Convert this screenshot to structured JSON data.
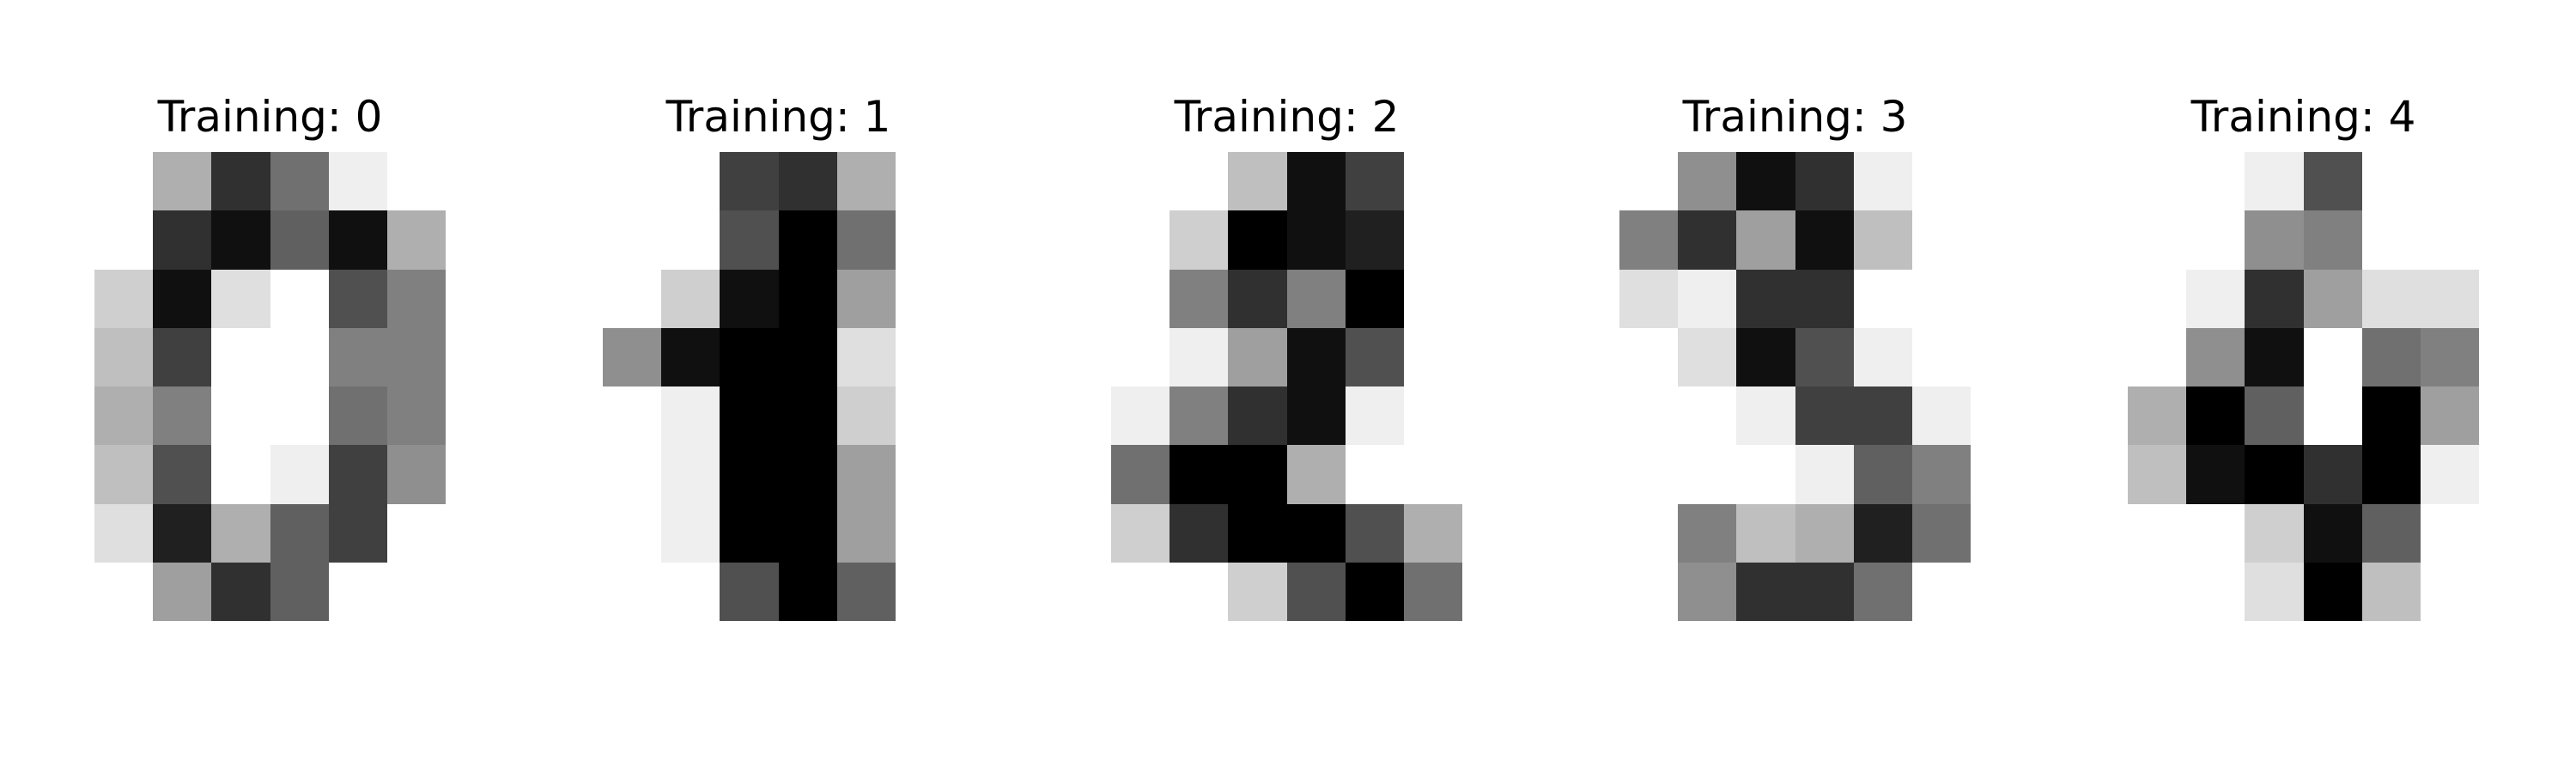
{
  "figure": {
    "colormap": "gray_r",
    "value_max": 16,
    "panels": [
      {
        "title": "Training: 0",
        "pixels": [
          [
            0,
            0,
            5,
            13,
            9,
            1,
            0,
            0
          ],
          [
            0,
            0,
            13,
            15,
            10,
            15,
            5,
            0
          ],
          [
            0,
            3,
            15,
            2,
            0,
            11,
            8,
            0
          ],
          [
            0,
            4,
            12,
            0,
            0,
            8,
            8,
            0
          ],
          [
            0,
            5,
            8,
            0,
            0,
            9,
            8,
            0
          ],
          [
            0,
            4,
            11,
            0,
            1,
            12,
            7,
            0
          ],
          [
            0,
            2,
            14,
            5,
            10,
            12,
            0,
            0
          ],
          [
            0,
            0,
            6,
            13,
            10,
            0,
            0,
            0
          ]
        ]
      },
      {
        "title": "Training: 1",
        "pixels": [
          [
            0,
            0,
            0,
            12,
            13,
            5,
            0,
            0
          ],
          [
            0,
            0,
            0,
            11,
            16,
            9,
            0,
            0
          ],
          [
            0,
            0,
            3,
            15,
            16,
            6,
            0,
            0
          ],
          [
            0,
            7,
            15,
            16,
            16,
            2,
            0,
            0
          ],
          [
            0,
            0,
            1,
            16,
            16,
            3,
            0,
            0
          ],
          [
            0,
            0,
            1,
            16,
            16,
            6,
            0,
            0
          ],
          [
            0,
            0,
            1,
            16,
            16,
            6,
            0,
            0
          ],
          [
            0,
            0,
            0,
            11,
            16,
            10,
            0,
            0
          ]
        ]
      },
      {
        "title": "Training: 2",
        "pixels": [
          [
            0,
            0,
            0,
            4,
            15,
            12,
            0,
            0
          ],
          [
            0,
            0,
            3,
            16,
            15,
            14,
            0,
            0
          ],
          [
            0,
            0,
            8,
            13,
            8,
            16,
            0,
            0
          ],
          [
            0,
            0,
            1,
            6,
            15,
            11,
            0,
            0
          ],
          [
            0,
            1,
            8,
            13,
            15,
            1,
            0,
            0
          ],
          [
            0,
            9,
            16,
            16,
            5,
            0,
            0,
            0
          ],
          [
            0,
            3,
            13,
            16,
            16,
            11,
            5,
            0
          ],
          [
            0,
            0,
            0,
            3,
            11,
            16,
            9,
            0
          ]
        ]
      },
      {
        "title": "Training: 3",
        "pixels": [
          [
            0,
            0,
            7,
            15,
            13,
            1,
            0,
            0
          ],
          [
            0,
            8,
            13,
            6,
            15,
            4,
            0,
            0
          ],
          [
            0,
            2,
            1,
            13,
            13,
            0,
            0,
            0
          ],
          [
            0,
            0,
            2,
            15,
            11,
            1,
            0,
            0
          ],
          [
            0,
            0,
            0,
            1,
            12,
            12,
            1,
            0
          ],
          [
            0,
            0,
            0,
            0,
            1,
            10,
            8,
            0
          ],
          [
            0,
            0,
            8,
            4,
            5,
            14,
            9,
            0
          ],
          [
            0,
            0,
            7,
            13,
            13,
            9,
            0,
            0
          ]
        ]
      },
      {
        "title": "Training: 4",
        "pixels": [
          [
            0,
            0,
            0,
            1,
            11,
            0,
            0,
            0
          ],
          [
            0,
            0,
            0,
            7,
            8,
            0,
            0,
            0
          ],
          [
            0,
            0,
            1,
            13,
            6,
            2,
            2,
            0
          ],
          [
            0,
            0,
            7,
            15,
            0,
            9,
            8,
            0
          ],
          [
            0,
            5,
            16,
            10,
            0,
            16,
            6,
            0
          ],
          [
            0,
            4,
            15,
            16,
            13,
            16,
            1,
            0
          ],
          [
            0,
            0,
            0,
            3,
            15,
            10,
            0,
            0
          ],
          [
            0,
            0,
            0,
            2,
            16,
            4,
            0,
            0
          ]
        ]
      }
    ]
  }
}
